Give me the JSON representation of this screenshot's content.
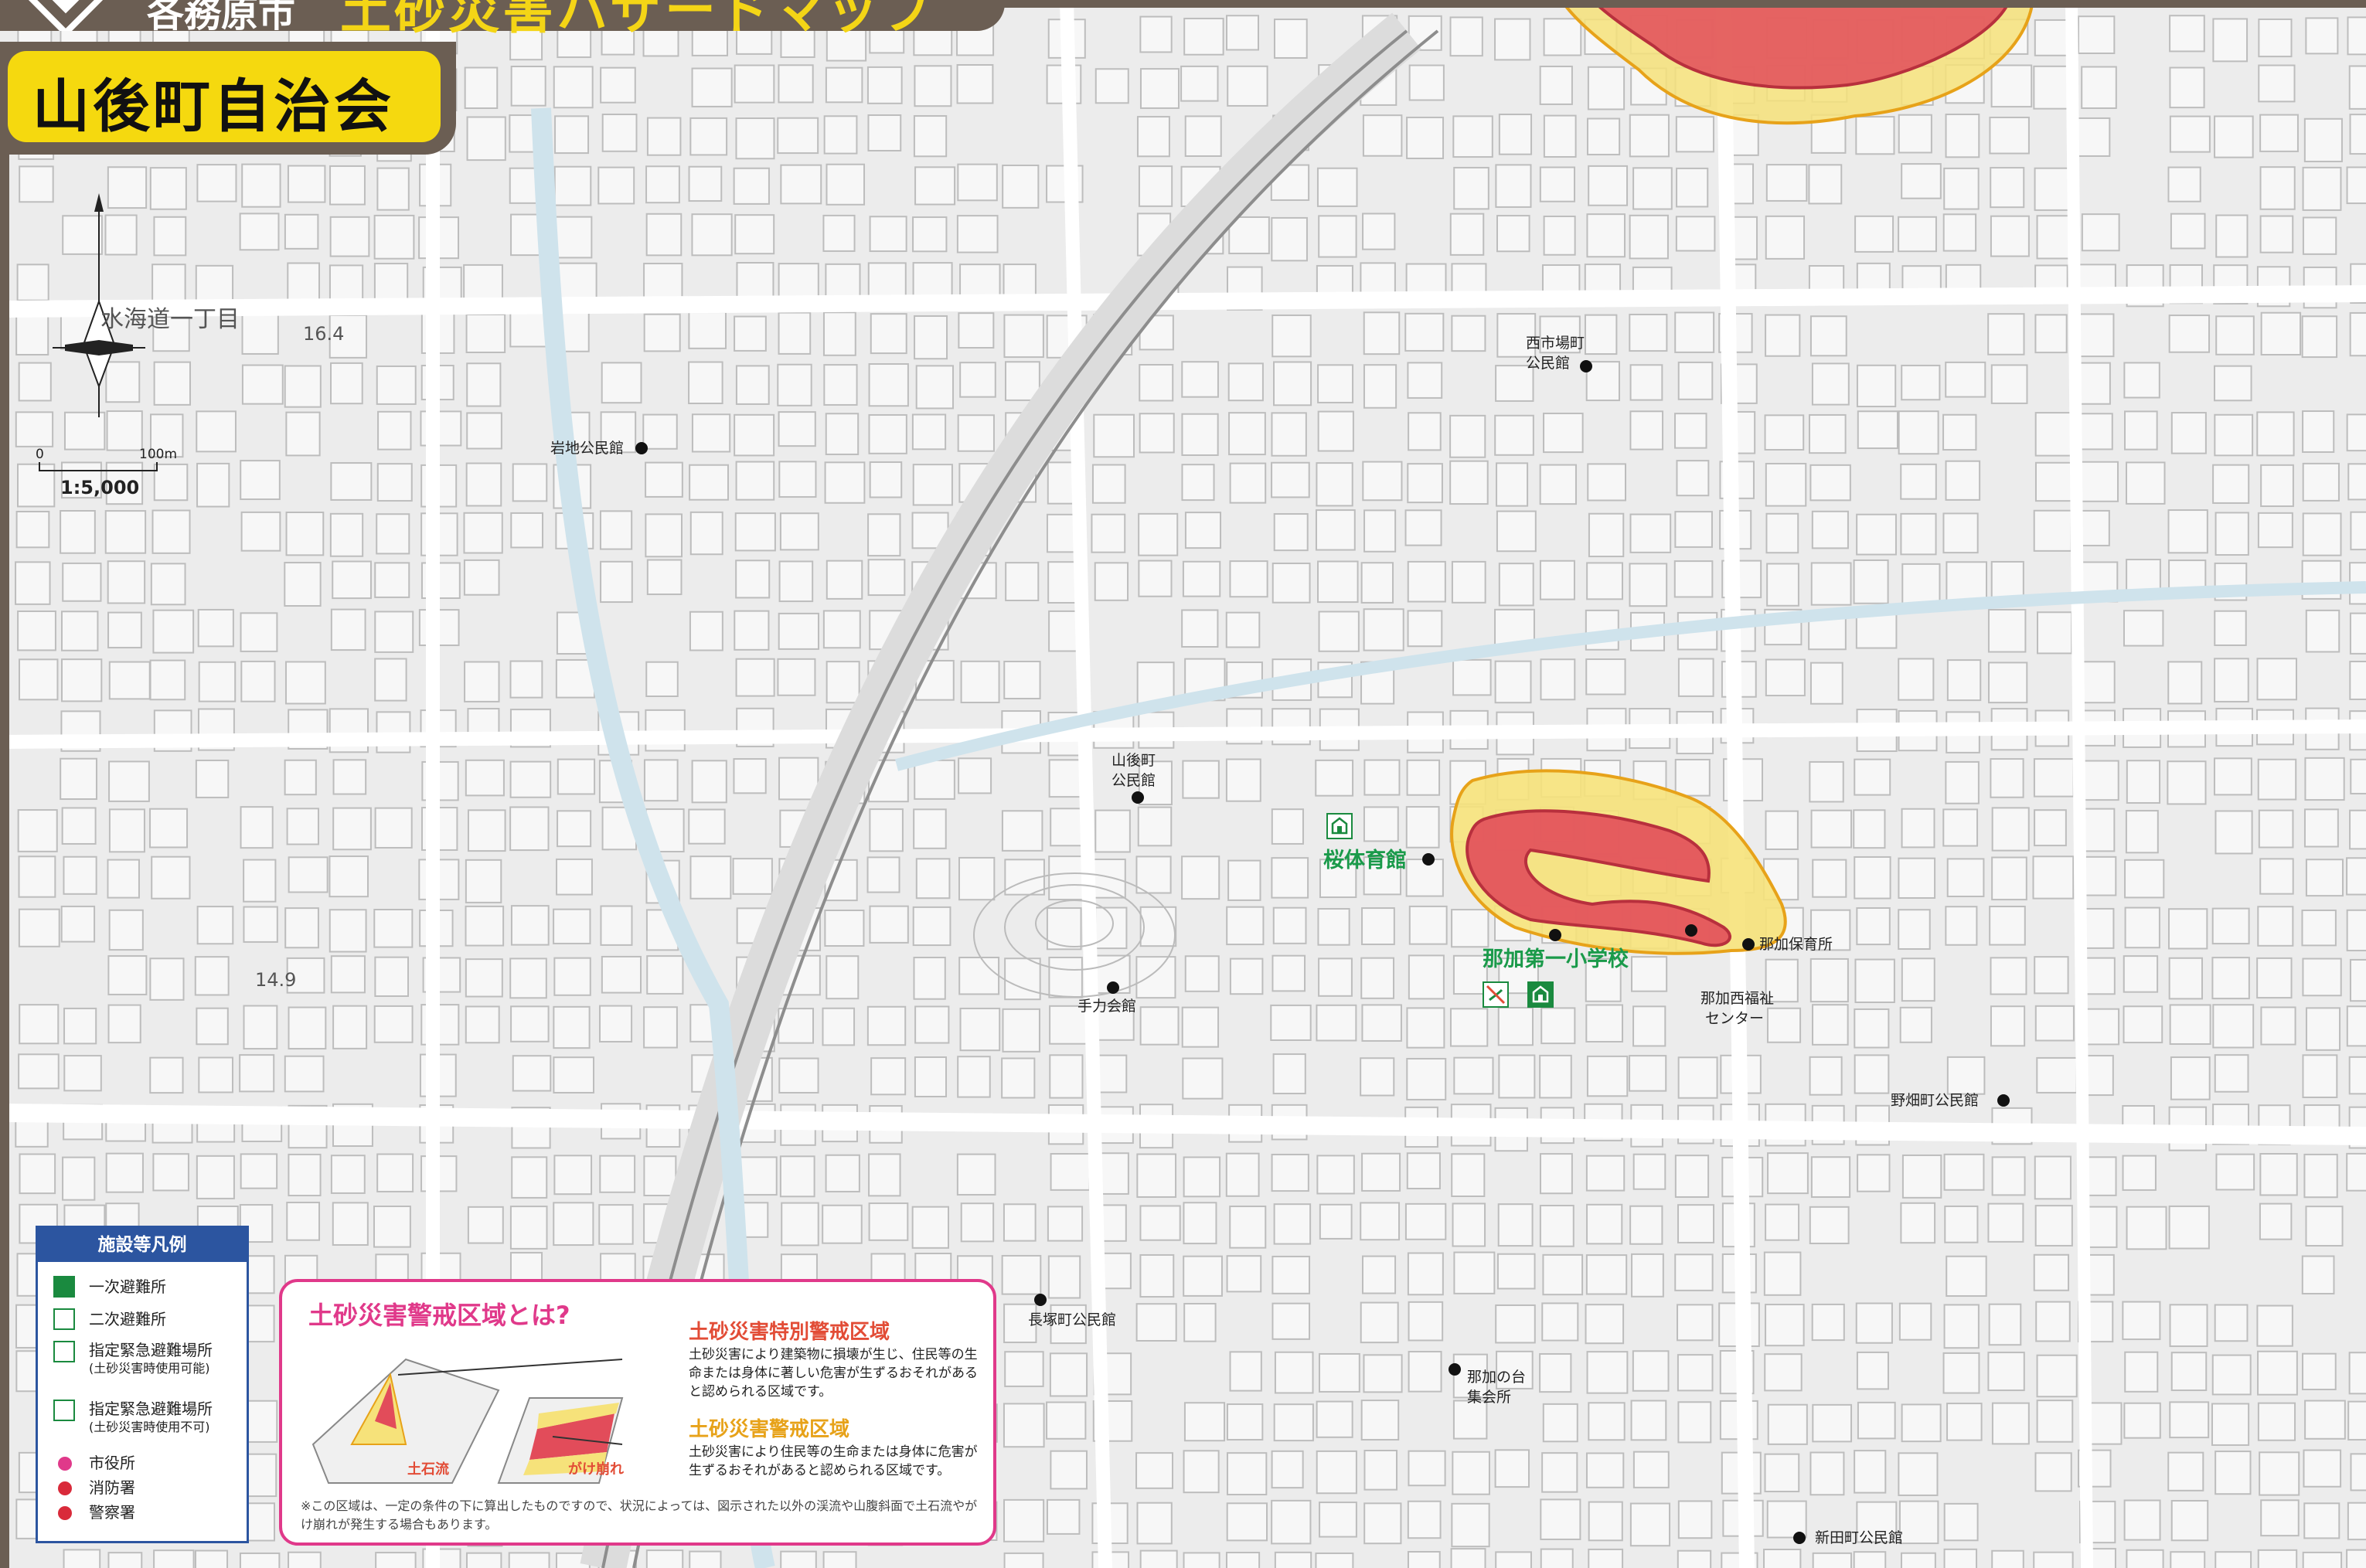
{
  "header": {
    "city": "各務原市",
    "title": "土砂災害ハザードマップ",
    "town": "山後町自治会"
  },
  "scale": {
    "zero": "0",
    "hundred": "100m",
    "ratio": "1:5,000"
  },
  "map_labels": {
    "iwachi": "岩地公民館",
    "nishi_line1": "西市場町",
    "nishi_line2": "公民館",
    "sango_line1": "山後町",
    "sango_line2": "公民館",
    "sakura_gym": "桜体育館",
    "naka_school": "那加第一小学校",
    "naka_nursery": "那加保育所",
    "welfare_line1": "那加西福祉",
    "welfare_line2": "センター",
    "teriki": "手力会館",
    "nohata": "野畑町公民館",
    "nagatsuka": "長塚町公民館",
    "nakanodai_line1": "那加の台",
    "nakanodai_line2": "集会所",
    "shinden": "新田町公民館",
    "street_label": "水海道一丁目",
    "elev1": "16.4",
    "elev2": "14.9"
  },
  "legend": {
    "title": "施設等凡例",
    "primary": "一次避難所",
    "secondary": "二次避難所",
    "emergency_ok": "指定緊急避難場所",
    "emergency_ok_note": "(土砂災害時使用可能)",
    "emergency_ng": "指定緊急避難場所",
    "emergency_ng_note": "(土砂災害時使用不可)",
    "city_hall": "市役所",
    "fire": "消防署",
    "police": "警察署"
  },
  "explain": {
    "title": "土砂災害警戒区域とは?",
    "special_heading": "土砂災害特別警戒区域",
    "special_text": "土砂災害により建築物に損壊が生じ、住民等の生命または身体に著しい危害が生ずるおそれがあると認められる区域です。",
    "warning_heading": "土砂災害警戒区域",
    "warning_text": "土砂災害により住民等の生命または身体に危害が生ずるおそれがあると認められる区域です。",
    "debris_flow": "土石流",
    "cliff_collapse": "がけ崩れ",
    "note": "※この区域は、一定の条件の下に算出したものですので、状況によっては、図示された以外の渓流や山腹斜面で土石流やがけ崩れが発生する場合もあります。"
  },
  "colors": {
    "special_zone": "#e24c5a",
    "warning_zone": "#f6e27a",
    "frame": "#6b5e53",
    "badge": "#f5d90f",
    "shelter_green": "#1a8a3f",
    "legend_blue": "#2c55a0",
    "accent_pink": "#e0398a"
  }
}
